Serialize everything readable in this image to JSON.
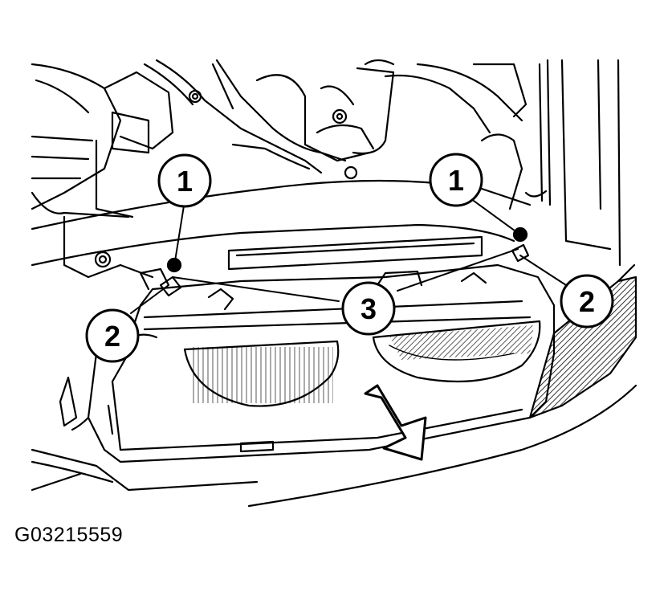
{
  "callouts": [
    {
      "label": "1"
    },
    {
      "label": "1"
    },
    {
      "label": "2"
    },
    {
      "label": "2"
    },
    {
      "label": "3"
    }
  ],
  "figure_code": "G03215559"
}
